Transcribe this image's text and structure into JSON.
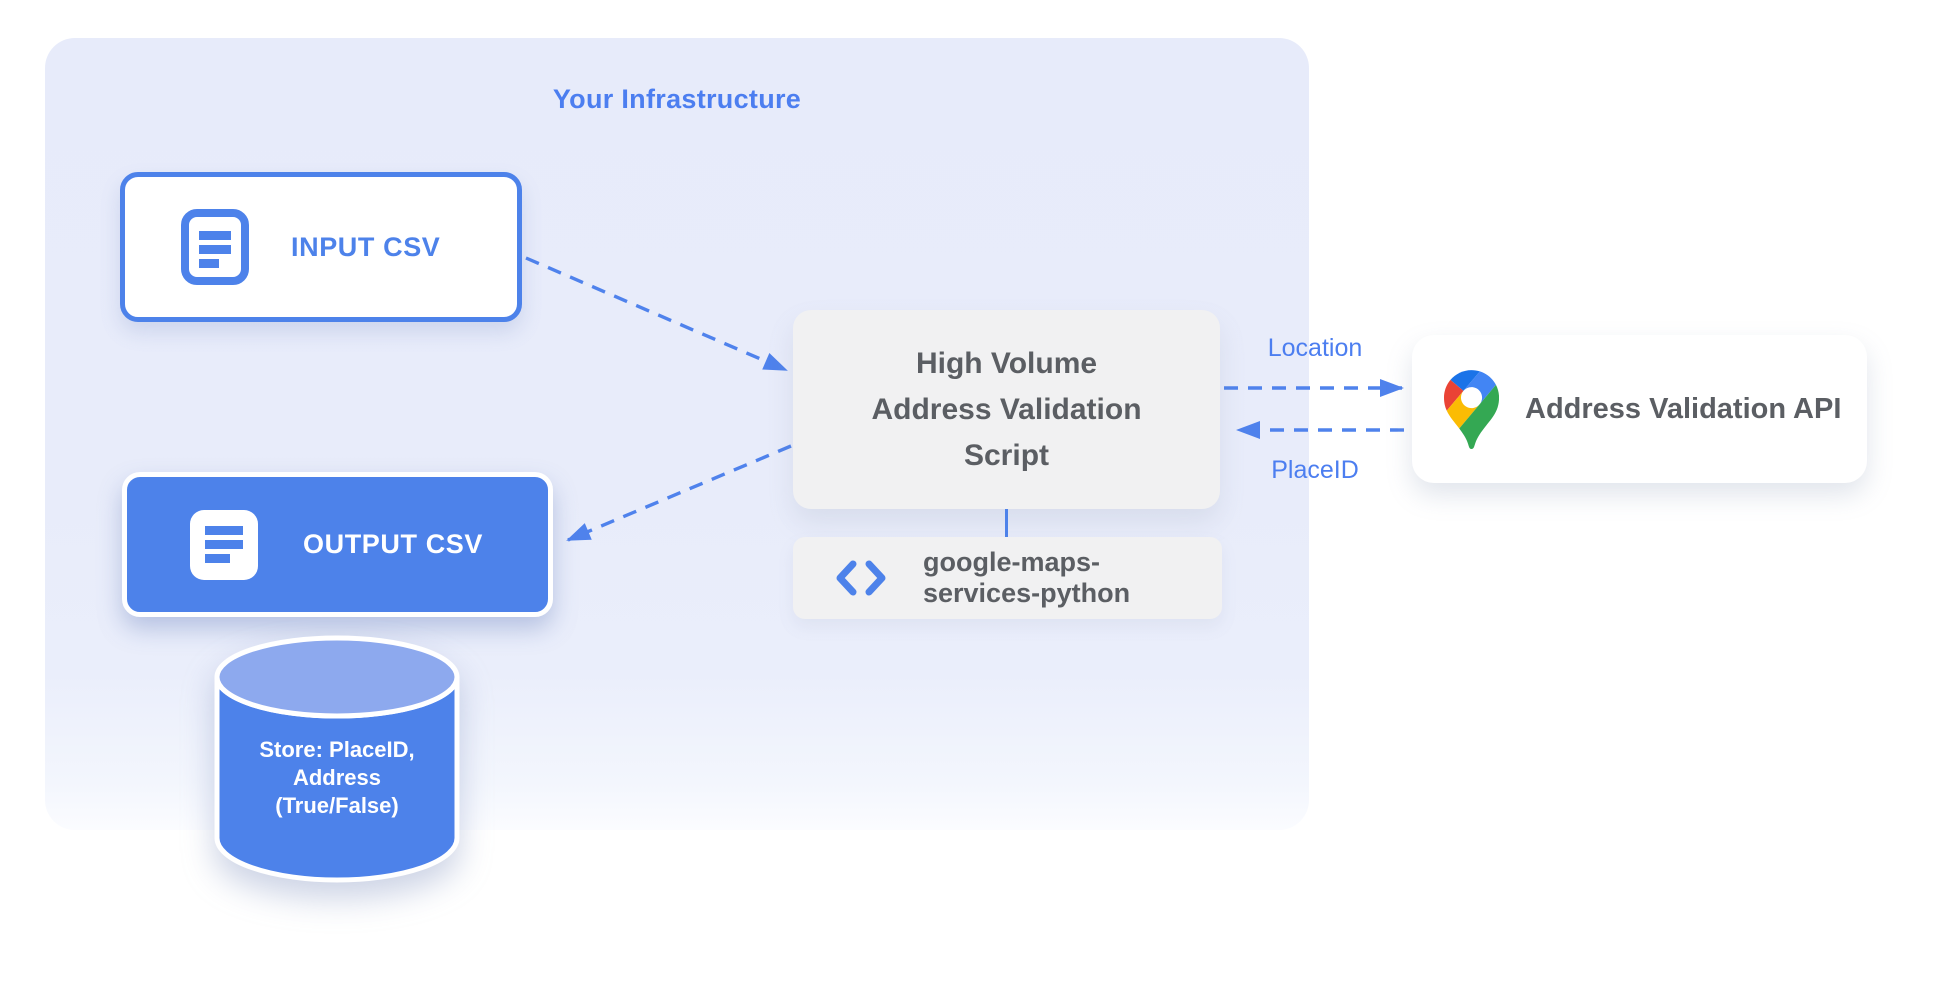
{
  "infrastructure": {
    "title": "Your Infrastructure"
  },
  "nodes": {
    "input_csv": {
      "label": "INPUT CSV"
    },
    "output_csv": {
      "label": "OUTPUT CSV"
    },
    "datastore": {
      "lines": [
        "Store: PlaceID,",
        "Address",
        "(True/False)"
      ]
    },
    "script": {
      "lines": [
        "High Volume",
        "Address Validation",
        "Script"
      ]
    },
    "library": {
      "lines": [
        "google-maps-",
        "services-python"
      ]
    },
    "api": {
      "label": "Address Validation API"
    }
  },
  "edges": {
    "location_label": "Location",
    "placeid_label": "PlaceID"
  },
  "icons": {
    "input_csv": "document-icon",
    "output_csv": "document-icon",
    "library": "code-icon",
    "api": "google-maps-pin-icon"
  },
  "colors": {
    "primary_blue": "#4d82ea",
    "arrow_blue": "#4f82ec",
    "blue_text": "#4c7ef0",
    "infra_background": "#e8ecfa",
    "gray_box": "#f1f1f2",
    "gray_text": "#5b5e63",
    "cylinder_top": "#8da9ee",
    "pin_blue": "#4285f4",
    "pin_red": "#ea4335",
    "pin_yellow": "#fbbc04",
    "pin_green": "#34a853"
  }
}
